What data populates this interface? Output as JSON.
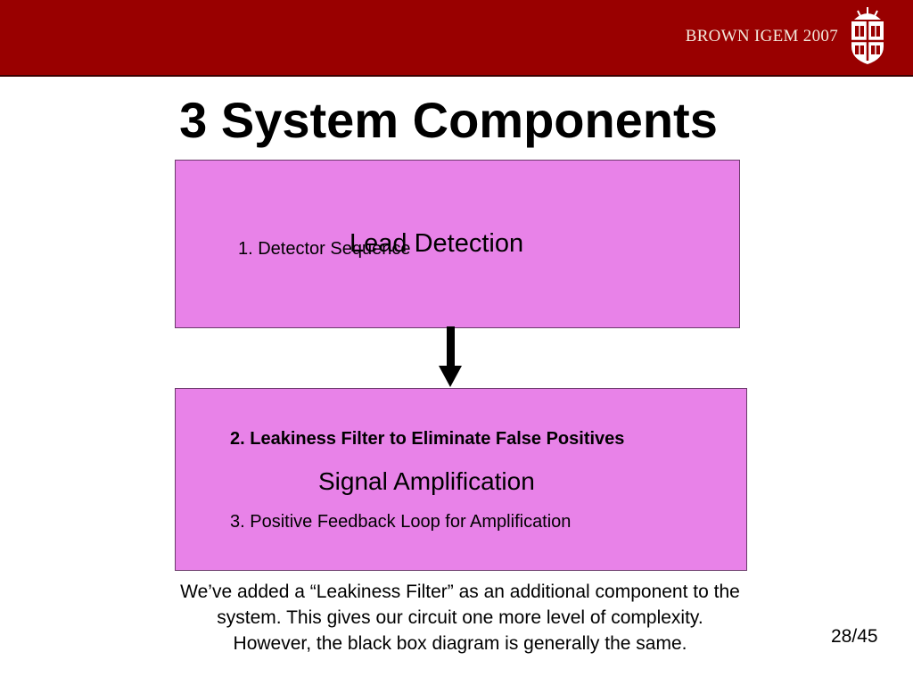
{
  "header": {
    "brand_text": "BROWN IGEM 2007",
    "seal_icon": "brown-university-seal-icon",
    "banner_color": "#990000"
  },
  "slide": {
    "title": "3 System Components",
    "box_color": "#e882e8"
  },
  "diagram": {
    "box1": {
      "item": "1. Detector Sequence",
      "label": "Lead Detection"
    },
    "box2": {
      "item_bold": "2. Leakiness Filter to Eliminate False Positives",
      "label": "Signal Amplification",
      "item": "3. Positive Feedback Loop for Amplification"
    },
    "connector_icon": "down-arrow-icon"
  },
  "caption": {
    "line1": "We’ve added a “Leakiness Filter” as an additional component to the",
    "line2": "system. This gives our circuit one more level of complexity.",
    "line3": "However, the black box diagram is generally the same."
  },
  "footer": {
    "page_number": "28/45"
  }
}
